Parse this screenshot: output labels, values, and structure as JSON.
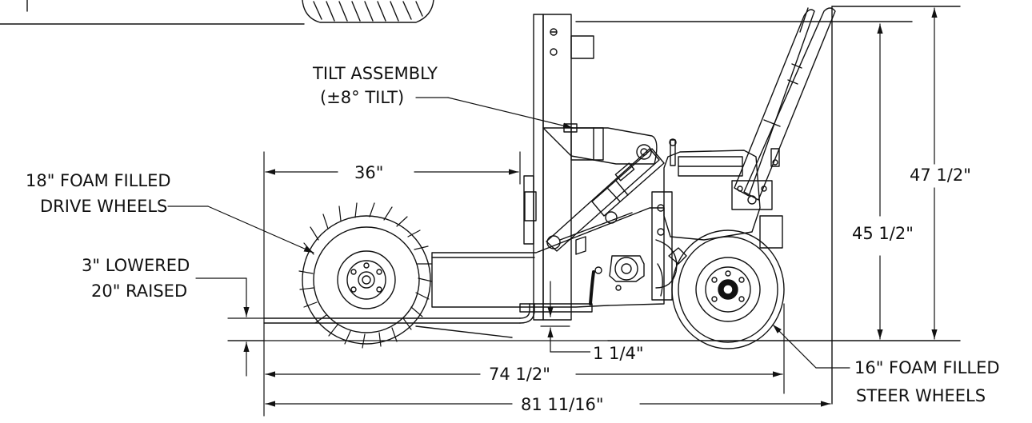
{
  "callouts": {
    "tilt_line1": "TILT ASSEMBLY",
    "tilt_line2": "(±8° TILT)",
    "drive_line1": "18\" FOAM FILLED",
    "drive_line2": "DRIVE WHEELS",
    "fork_line1": "3\" LOWERED",
    "fork_line2": "20\" RAISED",
    "steer_line1": "16\" FOAM FILLED",
    "steer_line2": "STEER WHEELS"
  },
  "dimensions": {
    "fork_length": "36\"",
    "fork_clearance": "1 1/4\"",
    "wheelbase": "74 1/2\"",
    "overall_length": "81 11/16\"",
    "handle_height": "45 1/2\"",
    "overall_height": "47 1/2\""
  },
  "colors": {
    "line": "#111111",
    "background": "#ffffff"
  }
}
